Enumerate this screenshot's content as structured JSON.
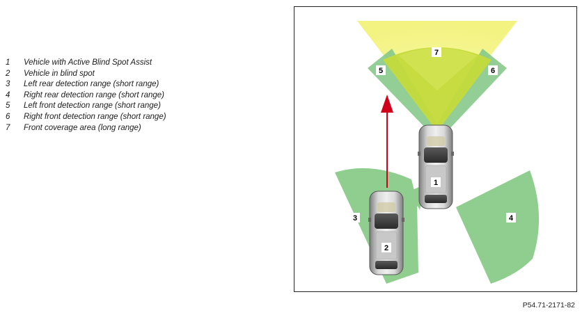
{
  "legend": [
    {
      "num": "1",
      "text": "Vehicle with Active Blind Spot Assist"
    },
    {
      "num": "2",
      "text": "Vehicle in blind spot"
    },
    {
      "num": "3",
      "text": "Left rear detection range (short range)"
    },
    {
      "num": "4",
      "text": "Right rear detection range (short range)"
    },
    {
      "num": "5",
      "text": "Left front detection range (short range)"
    },
    {
      "num": "6",
      "text": "Right front detection range (short range)"
    },
    {
      "num": "7",
      "text": "Front coverage area (long range)"
    }
  ],
  "diagram": {
    "car1_label": "1",
    "car2_label": "2",
    "zone3_label": "3",
    "zone4_label": "4",
    "zone5_label": "5",
    "zone6_label": "6",
    "zone7_label": "7",
    "colors": {
      "short_range_green": "#8fce8f",
      "long_range_yellow": "#f4f48a",
      "overlap_yellow_green": "#c8dc3a",
      "arrow_red": "#d0021b",
      "car_silver": "#b8b8b8"
    }
  },
  "caption": "P54.71-2171-82"
}
